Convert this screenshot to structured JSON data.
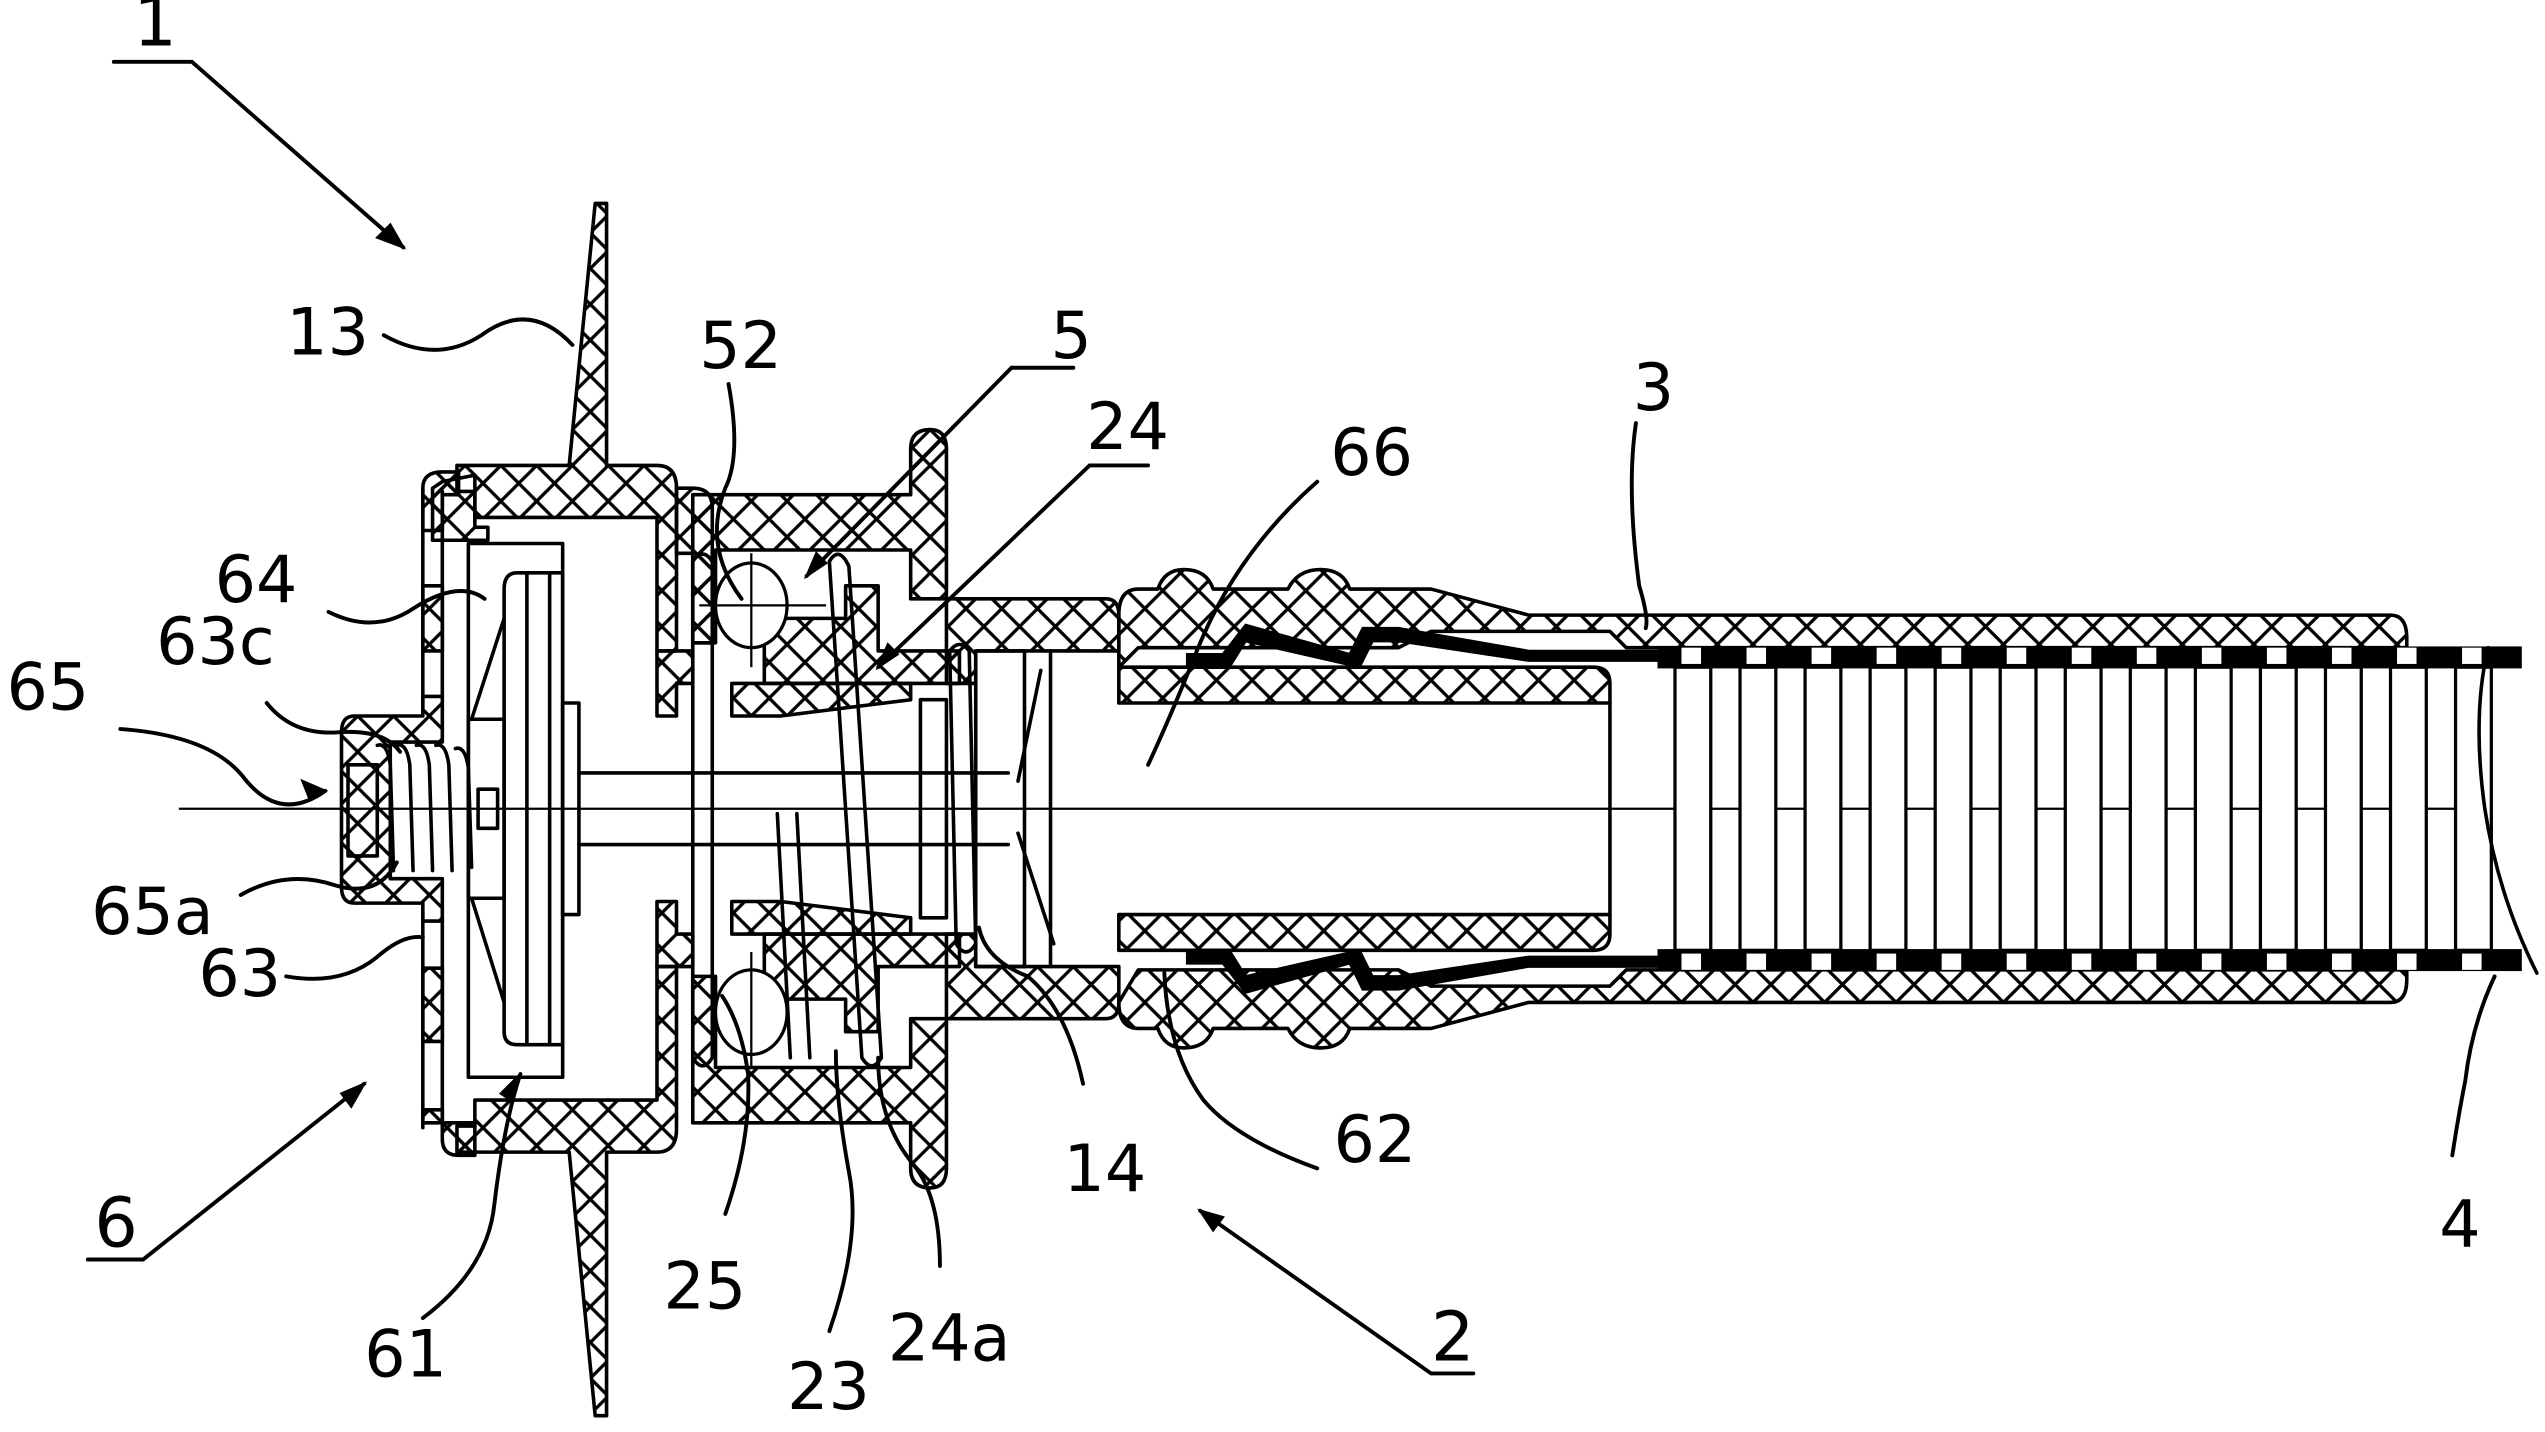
{
  "figure": {
    "type": "patent cross-section drawing",
    "line_color": "#000000",
    "background_color": "#ffffff"
  },
  "labels": {
    "assembly_1": "1",
    "assembly_2": "2",
    "hose_3": "3",
    "corrugated_tube_4": "4",
    "part_5": "5",
    "assembly_6": "6",
    "flange_13": "13",
    "part_14": "14",
    "part_23": "23",
    "spring_24": "24",
    "spring_end_24a": "24a",
    "ring_25": "25",
    "ball_52": "52",
    "part_61": "61",
    "part_62": "62",
    "part_63": "63",
    "part_63c": "63c",
    "part_64": "64",
    "part_65": "65",
    "spring_65a": "65a",
    "part_66": "66"
  }
}
